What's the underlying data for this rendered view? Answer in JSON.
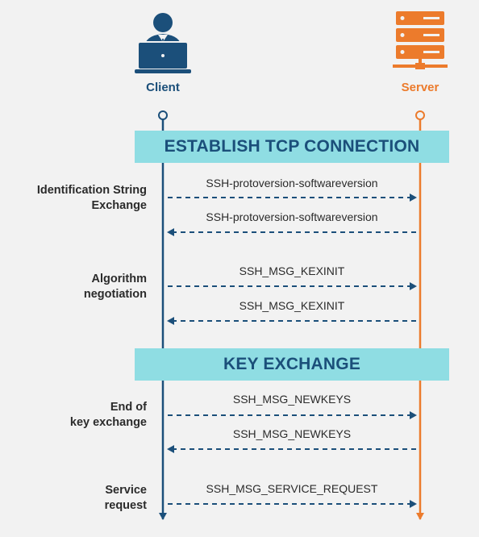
{
  "actors": {
    "client": {
      "label": "Client",
      "color": "#1b4f7a"
    },
    "server": {
      "label": "Server",
      "color": "#ec7b2c"
    }
  },
  "banners": {
    "tcp": "ESTABLISH TCP CONNECTION",
    "kex": "KEY EXCHANGE"
  },
  "steps": {
    "identification": {
      "line1": "Identification String",
      "line2": "Exchange"
    },
    "algorithm": {
      "line1": "Algorithm",
      "line2": "negotiation"
    },
    "end_kex": {
      "line1": "End of",
      "line2": "key exchange"
    },
    "service": {
      "line1": "Service",
      "line2": "request"
    }
  },
  "messages": [
    {
      "text": "SSH-protoversion-softwareversion",
      "direction": "client-to-server"
    },
    {
      "text": "SSH-protoversion-softwareversion",
      "direction": "server-to-client"
    },
    {
      "text": "SSH_MSG_KEXINIT",
      "direction": "client-to-server"
    },
    {
      "text": "SSH_MSG_KEXINIT",
      "direction": "server-to-client"
    },
    {
      "text": "SSH_MSG_NEWKEYS",
      "direction": "client-to-server"
    },
    {
      "text": "SSH_MSG_NEWKEYS",
      "direction": "server-to-client"
    },
    {
      "text": "SSH_MSG_SERVICE_REQUEST",
      "direction": "client-to-server"
    }
  ],
  "colors": {
    "background": "#f2f2f2",
    "banner": "#8fdde3",
    "arrow": "#1b4f7a"
  },
  "icons": {
    "client": "user-laptop-icon",
    "server": "server-rack-icon"
  }
}
